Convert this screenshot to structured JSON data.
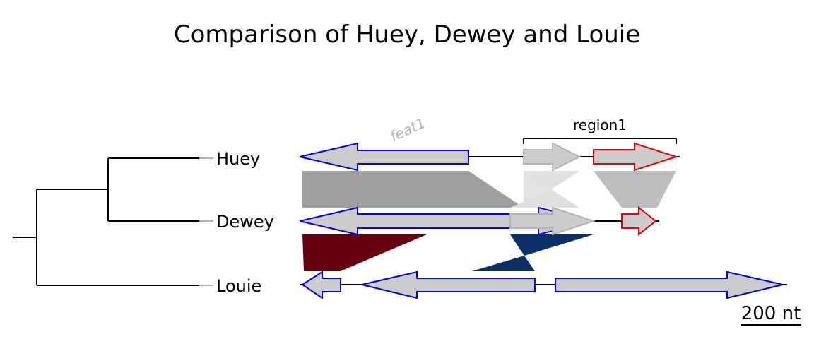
{
  "title": "Comparison of Huey, Dewey and Louie",
  "genomes": [
    "Huey",
    "Dewey",
    "Louie"
  ],
  "feature_label": "feat1",
  "region_label": "region1",
  "scale_label": "200 nt",
  "colors": {
    "gene_fill": "#cccccc",
    "gene_border_blue": "#0000ee",
    "gene_border_red": "#ee0000",
    "gene_border_grey": "#b3b3b3",
    "comparison_grey": "#9f9f9f",
    "comparison_light": "#bebebe",
    "comparison_lighter": "#e0e0e0",
    "comparison_red": "#660010",
    "comparison_blue": "#0b3068",
    "tree": "#000000",
    "tip_stub": "#b3b3b3"
  }
}
